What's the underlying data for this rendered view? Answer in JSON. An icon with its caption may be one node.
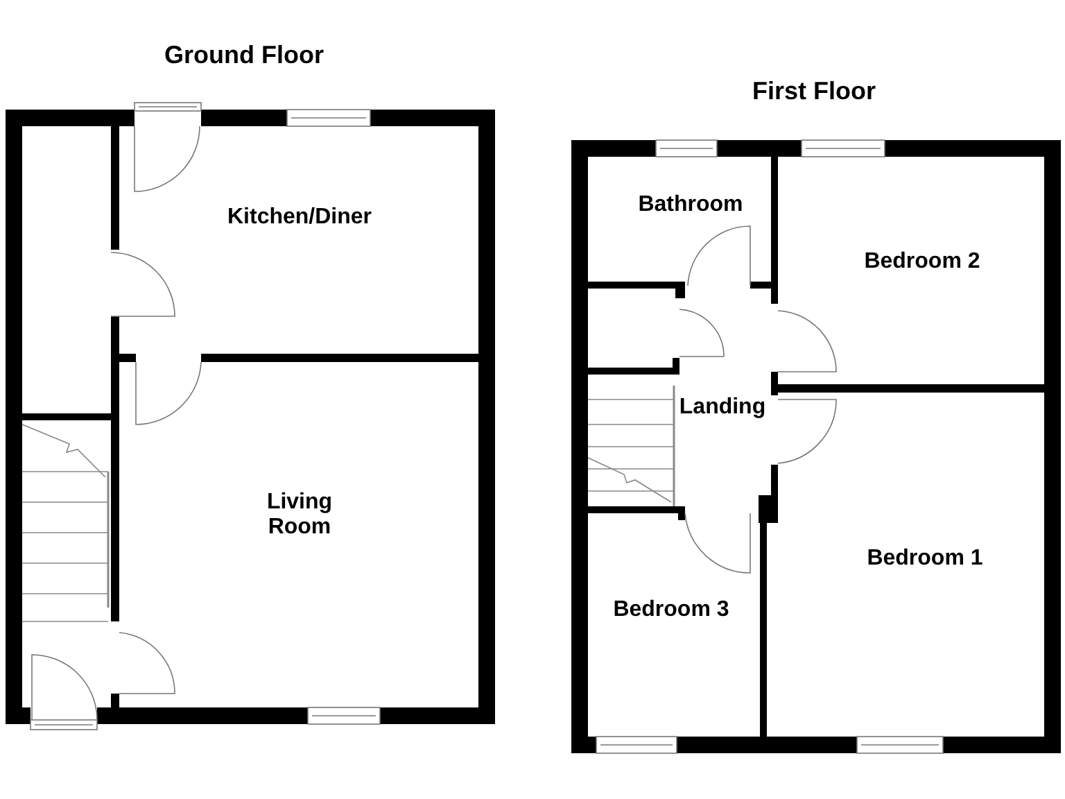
{
  "diagram": {
    "nodes": [
      {
        "text": [
          "Ground Floor"
        ]
      },
      {
        "text": [
          "Kitchen/Diner"
        ],
        "in": 0
      },
      {
        "text": [
          "Living Room"
        ],
        "in": 0
      },
      {
        "text": [
          "First Floor"
        ]
      },
      {
        "text": [
          "Bathroom"
        ],
        "in": 3
      },
      {
        "text": [
          "Bedroom 2"
        ],
        "in": 3
      },
      {
        "text": [
          "Landing"
        ],
        "in": 3
      },
      {
        "text": [
          "Bedroom 1"
        ],
        "in": 3
      },
      {
        "text": [
          "Bedroom 3"
        ],
        "in": 3
      }
    ]
  }
}
